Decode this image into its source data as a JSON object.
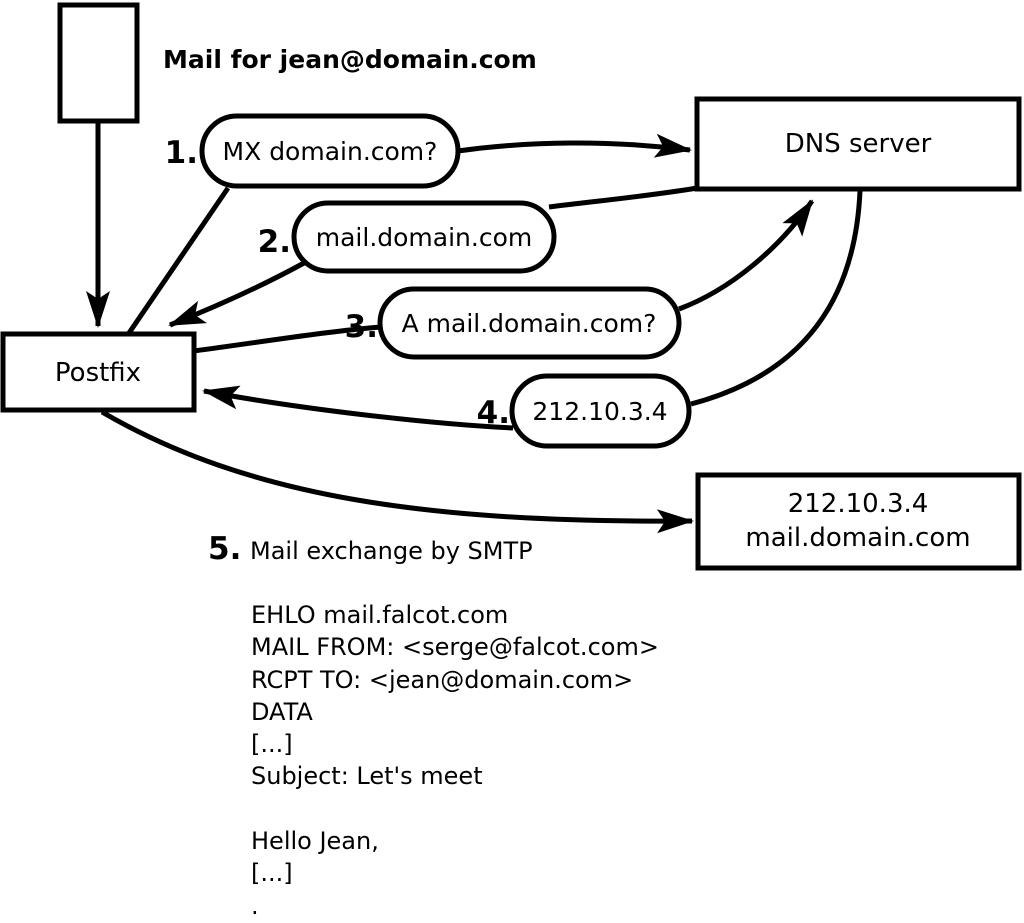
{
  "colors": {
    "stroke": "#000000",
    "background": "#ffffff"
  },
  "note": "Mail for jean@domain.com",
  "nodes": {
    "postfix": "Postfix",
    "dns": "DNS server",
    "mail_server_line1": "212.10.3.4",
    "mail_server_line2": "mail.domain.com"
  },
  "steps": [
    {
      "number": "1.",
      "label": "MX domain.com?"
    },
    {
      "number": "2.",
      "label": "mail.domain.com"
    },
    {
      "number": "3.",
      "label": "A mail.domain.com?"
    },
    {
      "number": "4.",
      "label": "212.10.3.4"
    },
    {
      "number": "5.",
      "label": "Mail exchange by SMTP"
    }
  ],
  "smtp_transcript": [
    "EHLO mail.falcot.com",
    "MAIL FROM: <serge@falcot.com>",
    "RCPT TO: <jean@domain.com>",
    "DATA",
    "[...]",
    "Subject: Let's meet",
    "",
    "Hello Jean,",
    "[...]",
    "."
  ]
}
